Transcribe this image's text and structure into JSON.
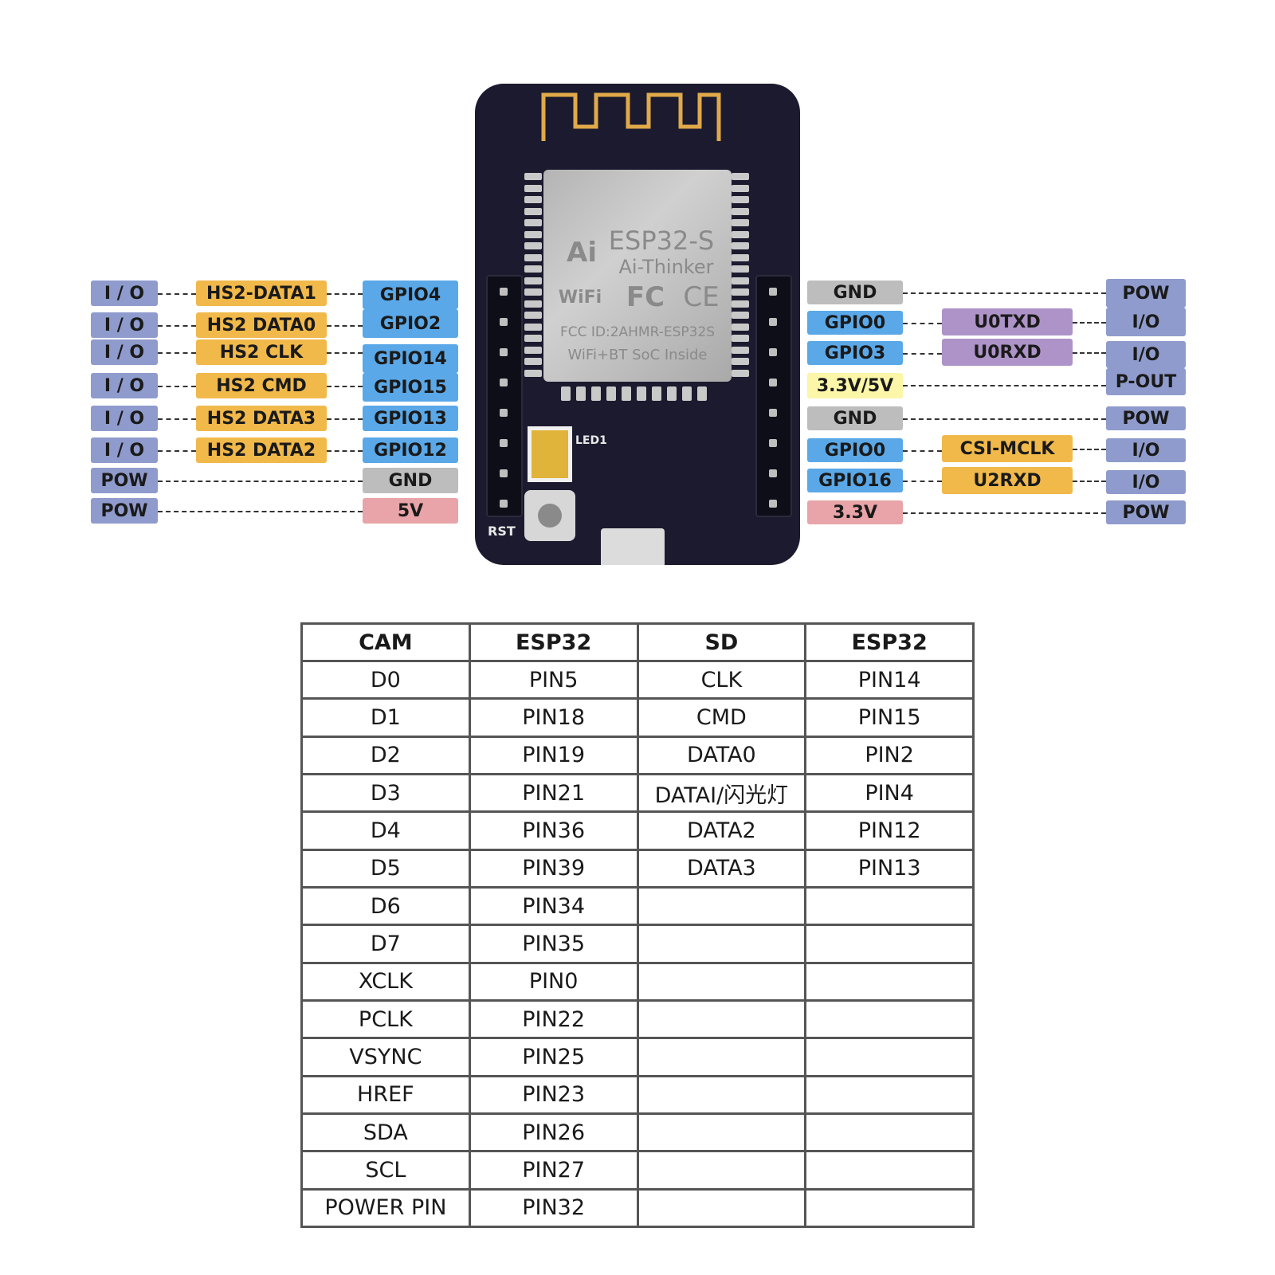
{
  "colors": {
    "io": "#8f9bcc",
    "hs2": "#f1b94a",
    "gpio": "#5aa8e8",
    "gnd": "#bdbdbd",
    "v5": "#e8a4a8",
    "v33_5": "#fbf6a8",
    "uart": "#ad93c7",
    "board": "#1b1a2e"
  },
  "board": {
    "chip_name": "ESP32-S",
    "chip_brand": "Ai-Thinker",
    "chip_logo": "Ai",
    "wifi_logo": "WiFi",
    "fc_mark": "FC",
    "ce_mark": "CE",
    "fcc_id": "FCC ID:2AHMR-ESP32S",
    "chip_desc": "WiFi+BT SoC Inside",
    "rst_label": "RST",
    "led_label": "LED1"
  },
  "left_labels": [
    {
      "id": "l-io-1",
      "text": "I / O",
      "type": "io"
    },
    {
      "id": "l-io-2",
      "text": "I / O",
      "type": "io"
    },
    {
      "id": "l-io-3",
      "text": "I / O",
      "type": "io"
    },
    {
      "id": "l-io-4",
      "text": "I / O",
      "type": "io"
    },
    {
      "id": "l-io-5",
      "text": "I / O",
      "type": "io"
    },
    {
      "id": "l-io-6",
      "text": "I / O",
      "type": "io"
    },
    {
      "id": "l-pow-1",
      "text": "POW",
      "type": "io"
    },
    {
      "id": "l-pow-2",
      "text": "POW",
      "type": "io"
    },
    {
      "id": "l-hs2-data1",
      "text": "HS2-DATA1",
      "type": "hs2"
    },
    {
      "id": "l-hs2-data0",
      "text": "HS2 DATA0",
      "type": "hs2"
    },
    {
      "id": "l-hs2-clk",
      "text": "HS2 CLK",
      "type": "hs2"
    },
    {
      "id": "l-hs2-cmd",
      "text": "HS2 CMD",
      "type": "hs2"
    },
    {
      "id": "l-hs2-data3",
      "text": "HS2 DATA3",
      "type": "hs2"
    },
    {
      "id": "l-hs2-data2",
      "text": "HS2 DATA2",
      "type": "hs2"
    },
    {
      "id": "l-gpio4",
      "text": "GPIO4",
      "type": "gpio"
    },
    {
      "id": "l-gpio2",
      "text": "GPIO2",
      "type": "gpio"
    },
    {
      "id": "l-gpio14",
      "text": "GPIO14",
      "type": "gpio"
    },
    {
      "id": "l-gpio15",
      "text": "GPIO15",
      "type": "gpio"
    },
    {
      "id": "l-gpio13",
      "text": "GPIO13",
      "type": "gpio"
    },
    {
      "id": "l-gpio12",
      "text": "GPIO12",
      "type": "gpio"
    },
    {
      "id": "l-gnd",
      "text": "GND",
      "type": "gnd"
    },
    {
      "id": "l-5v",
      "text": "5V",
      "type": "v5"
    }
  ],
  "right_labels": [
    {
      "id": "r-gnd-1",
      "text": "GND",
      "type": "gnd"
    },
    {
      "id": "r-gpio0-1",
      "text": "GPIO0",
      "type": "gpio"
    },
    {
      "id": "r-gpio3",
      "text": "GPIO3",
      "type": "gpio"
    },
    {
      "id": "r-33-5v",
      "text": "3.3V/5V",
      "type": "v33_5"
    },
    {
      "id": "r-gnd-2",
      "text": "GND",
      "type": "gnd"
    },
    {
      "id": "r-gpio0-2",
      "text": "GPIO0",
      "type": "gpio"
    },
    {
      "id": "r-gpio16",
      "text": "GPIO16",
      "type": "gpio"
    },
    {
      "id": "r-33v",
      "text": "3.3V",
      "type": "v5"
    },
    {
      "id": "r-u0txd",
      "text": "U0TXD",
      "type": "uart"
    },
    {
      "id": "r-u0rxd",
      "text": "U0RXD",
      "type": "uart"
    },
    {
      "id": "r-csi-mclk",
      "text": "CSI-MCLK",
      "type": "hs2"
    },
    {
      "id": "r-u2rxd",
      "text": "U2RXD",
      "type": "hs2"
    },
    {
      "id": "r-pow-1",
      "text": "POW",
      "type": "io"
    },
    {
      "id": "r-io-1",
      "text": "I/O",
      "type": "io"
    },
    {
      "id": "r-io-2",
      "text": "I/O",
      "type": "io"
    },
    {
      "id": "r-pout",
      "text": "P-OUT",
      "type": "io"
    },
    {
      "id": "r-pow-2",
      "text": "POW",
      "type": "io"
    },
    {
      "id": "r-io-3",
      "text": "I/O",
      "type": "io"
    },
    {
      "id": "r-io-4",
      "text": "I/O",
      "type": "io"
    },
    {
      "id": "r-pow-3",
      "text": "POW",
      "type": "io"
    }
  ],
  "table": {
    "headers": [
      "CAM",
      "ESP32",
      "SD",
      "ESP32"
    ],
    "rows": [
      [
        "D0",
        "PIN5",
        "CLK",
        "PIN14"
      ],
      [
        "D1",
        "PIN18",
        "CMD",
        "PIN15"
      ],
      [
        "D2",
        "PIN19",
        "DATA0",
        "PIN2"
      ],
      [
        "D3",
        "PIN21",
        "DATAI/闪光灯",
        "PIN4"
      ],
      [
        "D4",
        "PIN36",
        "DATA2",
        "PIN12"
      ],
      [
        "D5",
        "PIN39",
        "DATA3",
        "PIN13"
      ],
      [
        "D6",
        "PIN34",
        "",
        ""
      ],
      [
        "D7",
        "PIN35",
        "",
        ""
      ],
      [
        "XCLK",
        "PIN0",
        "",
        ""
      ],
      [
        "PCLK",
        "PIN22",
        "",
        ""
      ],
      [
        "VSYNC",
        "PIN25",
        "",
        ""
      ],
      [
        "HREF",
        "PIN23",
        "",
        ""
      ],
      [
        "SDA",
        "PIN26",
        "",
        ""
      ],
      [
        "SCL",
        "PIN27",
        "",
        ""
      ],
      [
        "POWER PIN",
        "PIN32",
        "",
        ""
      ]
    ]
  }
}
